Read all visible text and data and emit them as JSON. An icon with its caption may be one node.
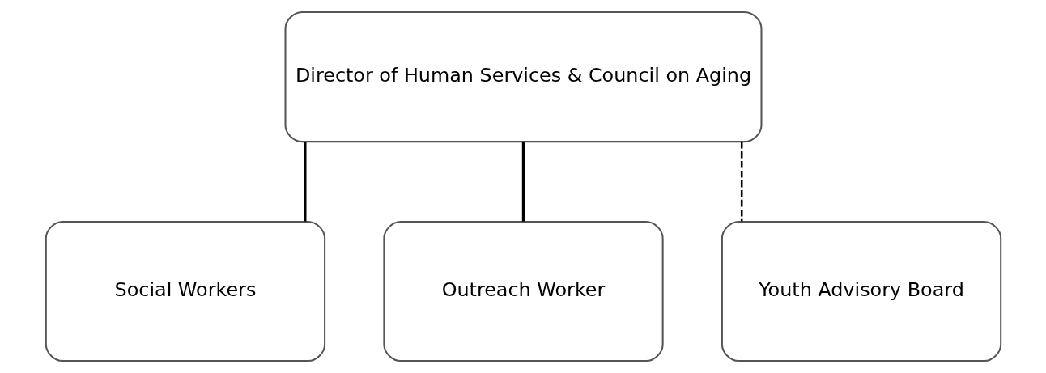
{
  "diagram": {
    "nodes": [
      {
        "text": [
          "Director of Human Services & Council on Aging"
        ]
      },
      {
        "text": [
          "Social Workers"
        ]
      },
      {
        "text": [
          "Outreach Worker"
        ]
      },
      {
        "text": [
          "Youth Advisory Board"
        ]
      }
    ],
    "edges": [
      {
        "from": 0,
        "to": 1,
        "arrow": "none"
      },
      {
        "from": 0,
        "to": 2,
        "arrow": "none"
      },
      {
        "from": 0,
        "to": 3,
        "arrow": "none",
        "style": "dashed"
      }
    ]
  }
}
